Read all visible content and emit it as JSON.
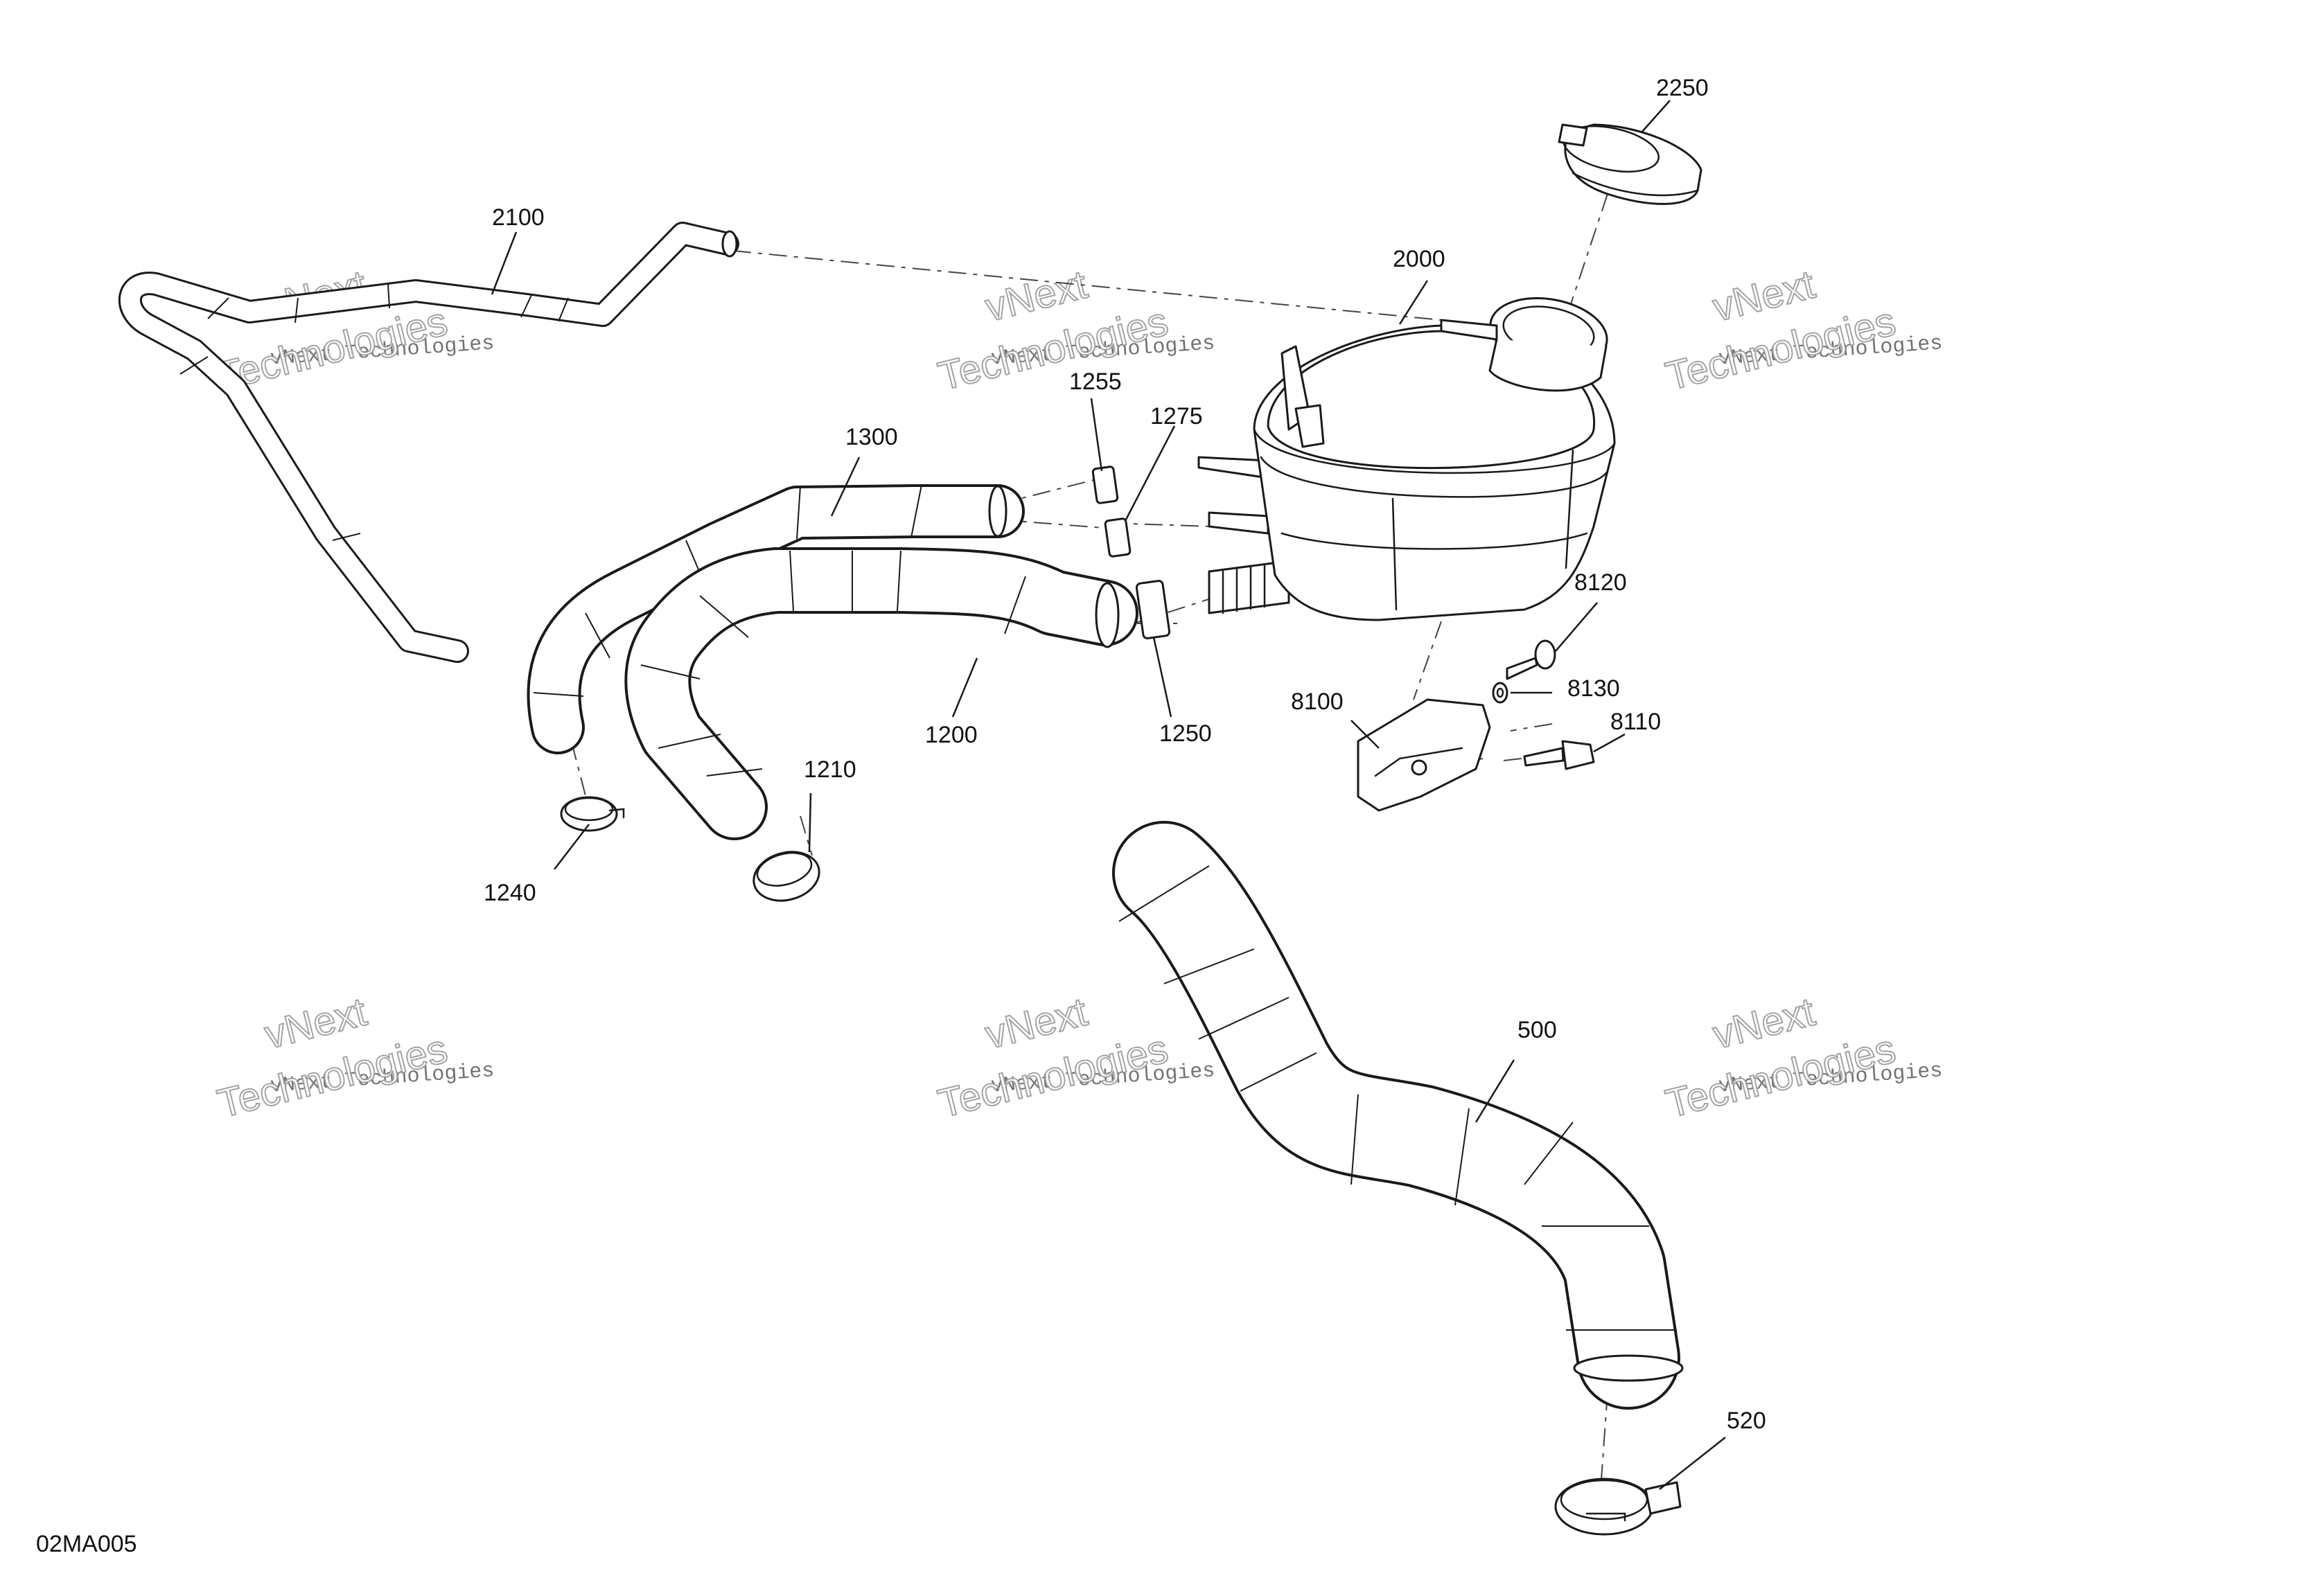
{
  "figure_id": "02MA005",
  "watermark": {
    "line1": "vNext",
    "line2": "vNext Technologies",
    "line3": "Technologies"
  },
  "callouts": {
    "p500": "500",
    "p520": "520",
    "p1200": "1200",
    "p1210": "1210",
    "p1240": "1240",
    "p1250": "1250",
    "p1255": "1255",
    "p1275": "1275",
    "p1300": "1300",
    "p2000": "2000",
    "p2100": "2100",
    "p2250": "2250",
    "p8100": "8100",
    "p8110": "8110",
    "p8120": "8120",
    "p8130": "8130"
  }
}
